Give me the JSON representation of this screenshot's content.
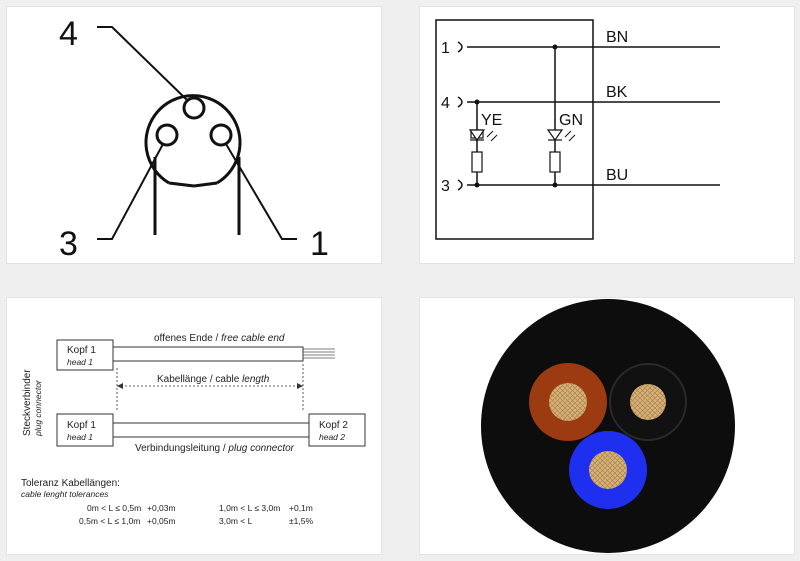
{
  "connector_face": {
    "pins": [
      {
        "number": "4",
        "name": "pin-4"
      },
      {
        "number": "3",
        "name": "pin-3"
      },
      {
        "number": "1",
        "name": "pin-1"
      }
    ]
  },
  "wiring": {
    "pin_labels": [
      "1",
      "4",
      "3"
    ],
    "wire_labels": [
      "BN",
      "BK",
      "BU"
    ],
    "led_labels": [
      "YE",
      "GN"
    ]
  },
  "cable_drawing": {
    "side_label": "Steckverbinder",
    "side_label_it": "plug connector",
    "head1": "Kopf 1",
    "head1_it": "head 1",
    "head2": "Kopf 2",
    "head2_it": "head 2",
    "free_end": "offenes Ende / ",
    "free_end_it": "free cable end",
    "cable_length": "Kabellänge / cable ",
    "cable_length_it": "length",
    "connection": "Verbindungsleitung / ",
    "connection_it": "plug connector",
    "tolerance_title": "Toleranz Kabellängen:",
    "tolerance_subtitle": "cable lenght tolerances",
    "tolerances": [
      {
        "range": "0m < L ≤ 0,5m",
        "value": "+0,03m"
      },
      {
        "range": "0,5m < L ≤ 1,0m",
        "value": "+0,05m"
      },
      {
        "range": "1,0m < L ≤ 3,0m",
        "value": "+0,1m"
      },
      {
        "range": "3,0m < L",
        "value": "±1,5%"
      }
    ]
  },
  "cross_section": {
    "colors": {
      "jacket": "#0d0d0d",
      "brown": "#9c3a12",
      "black": "#111111",
      "blue": "#1f2ff0",
      "copper": "#d7b27a"
    }
  }
}
